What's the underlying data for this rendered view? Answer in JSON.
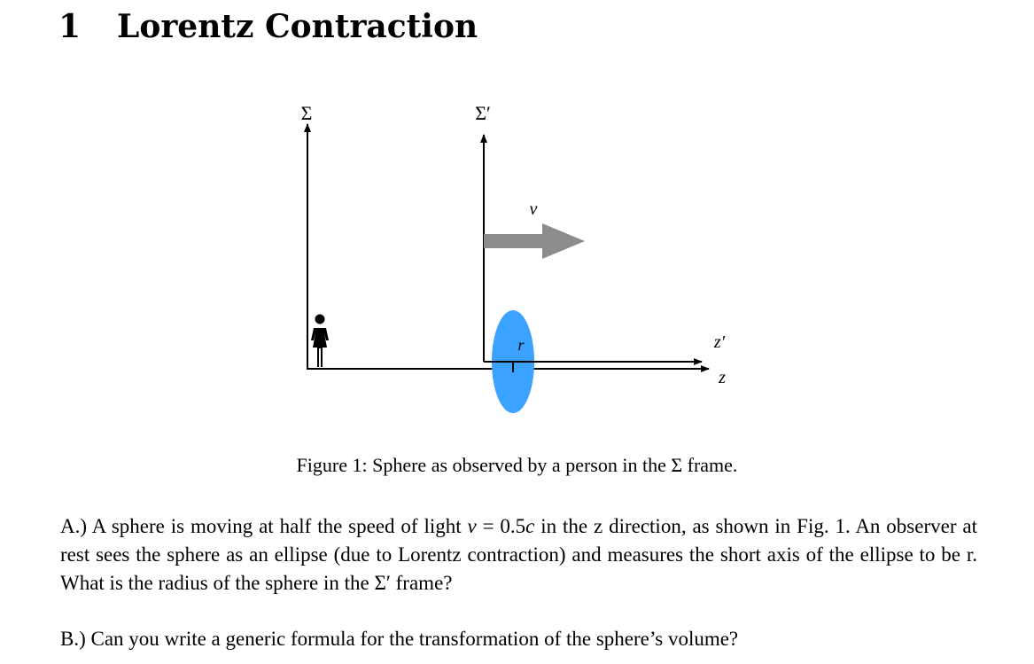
{
  "section": {
    "number": "1",
    "title": "Lorentz Contraction"
  },
  "figure": {
    "frame_sigma_label": "Σ",
    "frame_sigma_prime_label": "Σ′",
    "velocity_label": "v",
    "radius_label": "r",
    "axis_z_prime_label": "z′",
    "axis_z_label": "z",
    "colors": {
      "sphere": "#3ba3ff",
      "velocity_arrow": "#8c8c8c",
      "axes": "#000000"
    },
    "caption": "Figure 1: Sphere as observed by a person in the Σ frame."
  },
  "question_a": {
    "text_1": "A.) A sphere is moving at half the speed of light ",
    "math_v": "v",
    "text_eq": " = 0.5",
    "math_c": "c",
    "text_2": " in the z direction, as shown in Fig. 1. An observer at rest sees the sphere as an ellipse (due to Lorentz contraction) and measures the short axis of the ellipse to be r. What is the radius of the sphere in the Σ′ frame?"
  },
  "question_b": {
    "text": "B.) Can you write a generic formula for the transformation of the sphere’s volume?"
  }
}
